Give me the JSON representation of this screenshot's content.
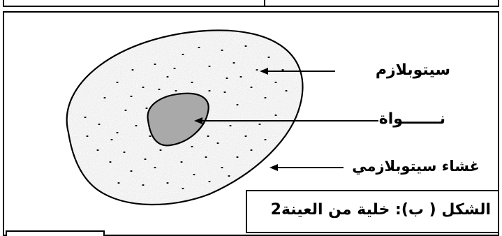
{
  "labels": {
    "cytoplasm": "سيتوبلازم",
    "nucleus": "نـــــــواة",
    "membrane": "غشاء سيتوبلازمي"
  },
  "caption": "الشكل ( ب): خلية من العينة2"
}
